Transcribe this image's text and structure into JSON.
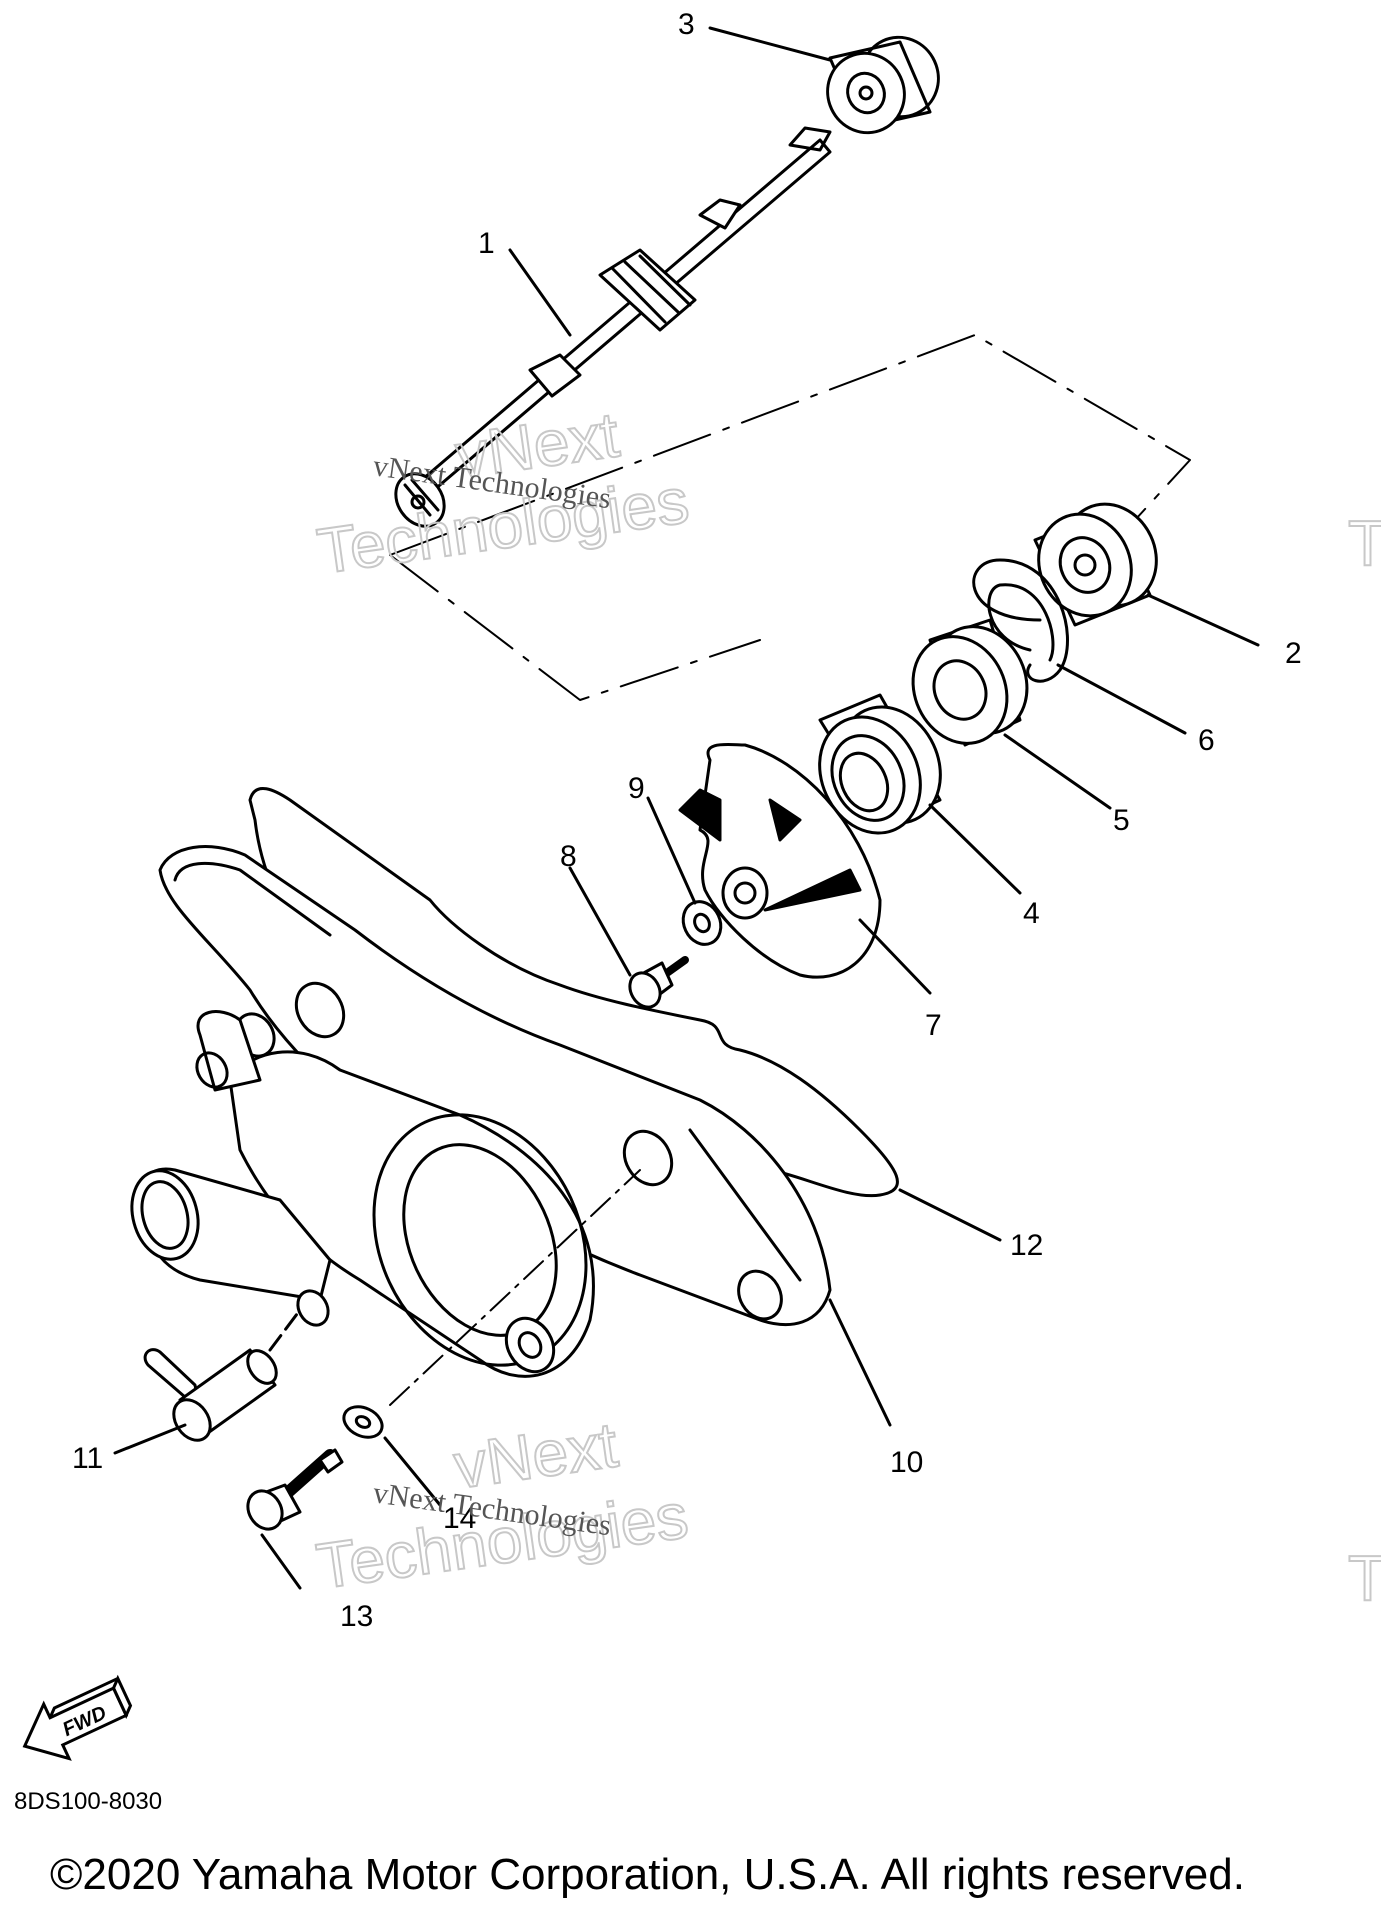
{
  "callouts": {
    "c1": "1",
    "c2": "2",
    "c3": "3",
    "c4": "4",
    "c5": "5",
    "c6": "6",
    "c7": "7",
    "c8": "8",
    "c9": "9",
    "c10": "10",
    "c11": "11",
    "c12": "12",
    "c13": "13",
    "c14": "14"
  },
  "watermark": {
    "line_small": "vNext Technologies",
    "word_vnext": "vNext",
    "word_tech": "Technologies",
    "edge_glyph": "T"
  },
  "fwd_label": "FWD",
  "diagram_code": "8DS100-8030",
  "copyright": "©2020 Yamaha Motor Corporation, U.S.A. All rights reserved."
}
